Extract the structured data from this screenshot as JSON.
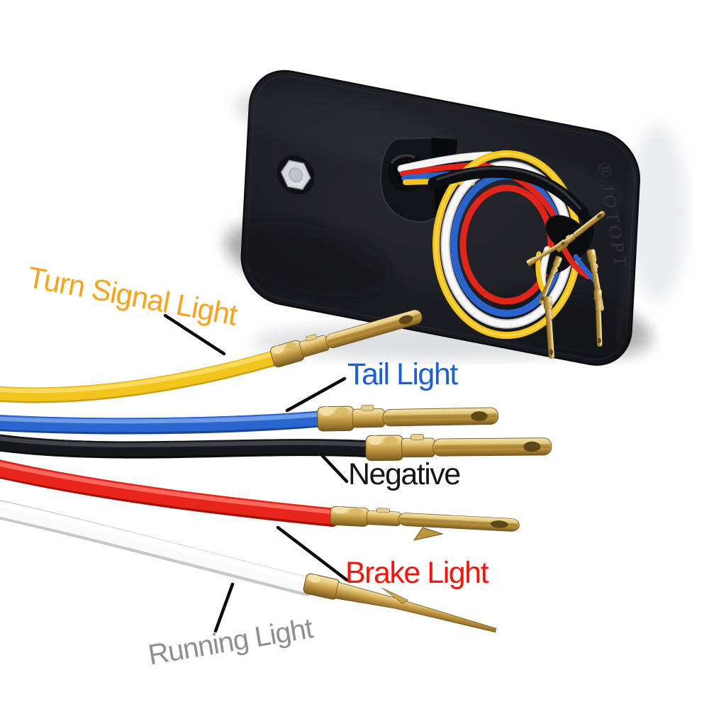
{
  "scene": {
    "description": "Rear view of a black tail light housing with a five-wire harness; each wire ends in a brass terminal and is labeled with its function",
    "background_color": "#ffffff"
  },
  "housing": {
    "brand_text": "JOTOPT",
    "registered_mark": "®",
    "body_color": "#1d1f24",
    "nut": "hex-nut"
  },
  "annotations": [
    {
      "id": "turn-signal-light",
      "label": "Turn Signal Light",
      "wire_color_name": "yellow",
      "label_color": "#F6A41F",
      "wire_color": "#F2C41E",
      "terminal": "brass-spade"
    },
    {
      "id": "tail-light",
      "label": "Tail Light",
      "wire_color_name": "blue",
      "label_color": "#1B5FD1",
      "wire_color": "#2A66D0",
      "terminal": "brass-spade"
    },
    {
      "id": "negative",
      "label": "Negative",
      "wire_color_name": "black",
      "label_color": "#161616",
      "wire_color": "#17181B",
      "terminal": "brass-spade"
    },
    {
      "id": "brake-light",
      "label": "Brake Light",
      "wire_color_name": "red",
      "label_color": "#F8130B",
      "wire_color": "#E8251A",
      "terminal": "brass-spade"
    },
    {
      "id": "running-light",
      "label": "Running Light",
      "wire_color_name": "white",
      "label_color": "#8E8F92",
      "wire_color": "#FAFAFA",
      "terminal": "brass-pin"
    }
  ],
  "terminal_color": "#C9A24E"
}
